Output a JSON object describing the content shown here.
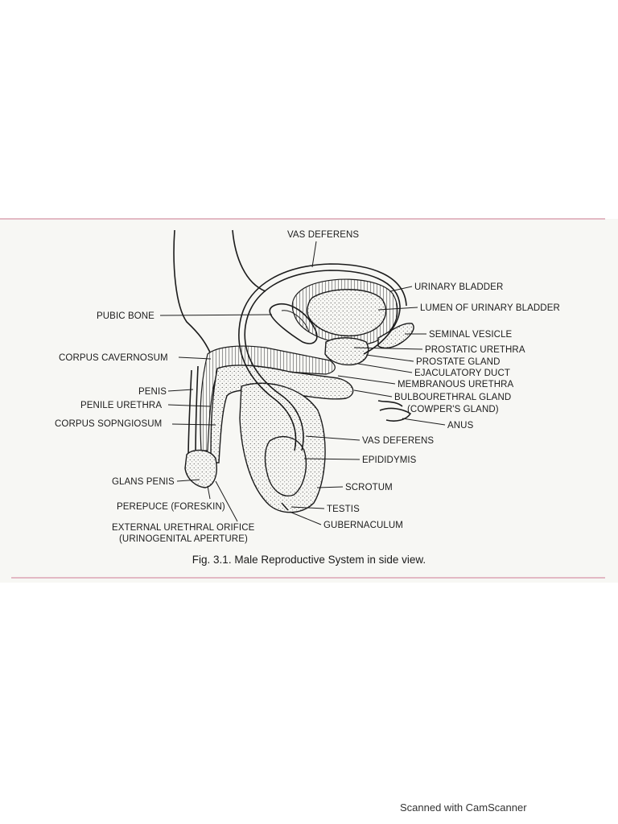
{
  "figure": {
    "caption": "Fig. 3.1. Male Reproductive System in side view.",
    "labels": {
      "vas_deferens_top": "VAS DEFERENS",
      "urinary_bladder": "URINARY BLADDER",
      "lumen": "LUMEN OF URINARY BLADDER",
      "pubic_bone": "PUBIC BONE",
      "seminal_vesicle": "SEMINAL VESICLE",
      "prostatic_urethra": "PROSTATIC URETHRA",
      "corpus_cavernosum": "CORPUS CAVERNOSUM",
      "prostate_gland": "PROSTATE GLAND",
      "ejaculatory_duct": "EJACULATORY DUCT",
      "membranous_urethra": "MEMBRANOUS URETHRA",
      "penis": "PENIS",
      "bulbourethral_gland": "BULBOURETHRAL GLAND",
      "cowpers_gland": "(COWPER'S GLAND)",
      "penile_urethra": "PENILE URETHRA",
      "anus": "ANUS",
      "corpus_spongiosum": "CORPUS SOPNGIOSUM",
      "vas_deferens_lower": "VAS DEFERENS",
      "epididymis": "EPIDIDYMIS",
      "glans_penis": "GLANS PENIS",
      "scrotum": "SCROTUM",
      "prepuce": "PEREPUCE (FORESKIN)",
      "testis": "TESTIS",
      "external_orifice": "EXTERNAL URETHRAL ORIFICE",
      "urinogenital_aperture": "(URINOGENITAL APERTURE)",
      "gubernaculum": "GUBERNACULUM"
    }
  },
  "footer": {
    "watermark": "Scanned with CamScanner"
  },
  "colors": {
    "ink": "#1c1c1c",
    "page_edge": "#e3b9c4",
    "panel": "#f7f7f4"
  }
}
